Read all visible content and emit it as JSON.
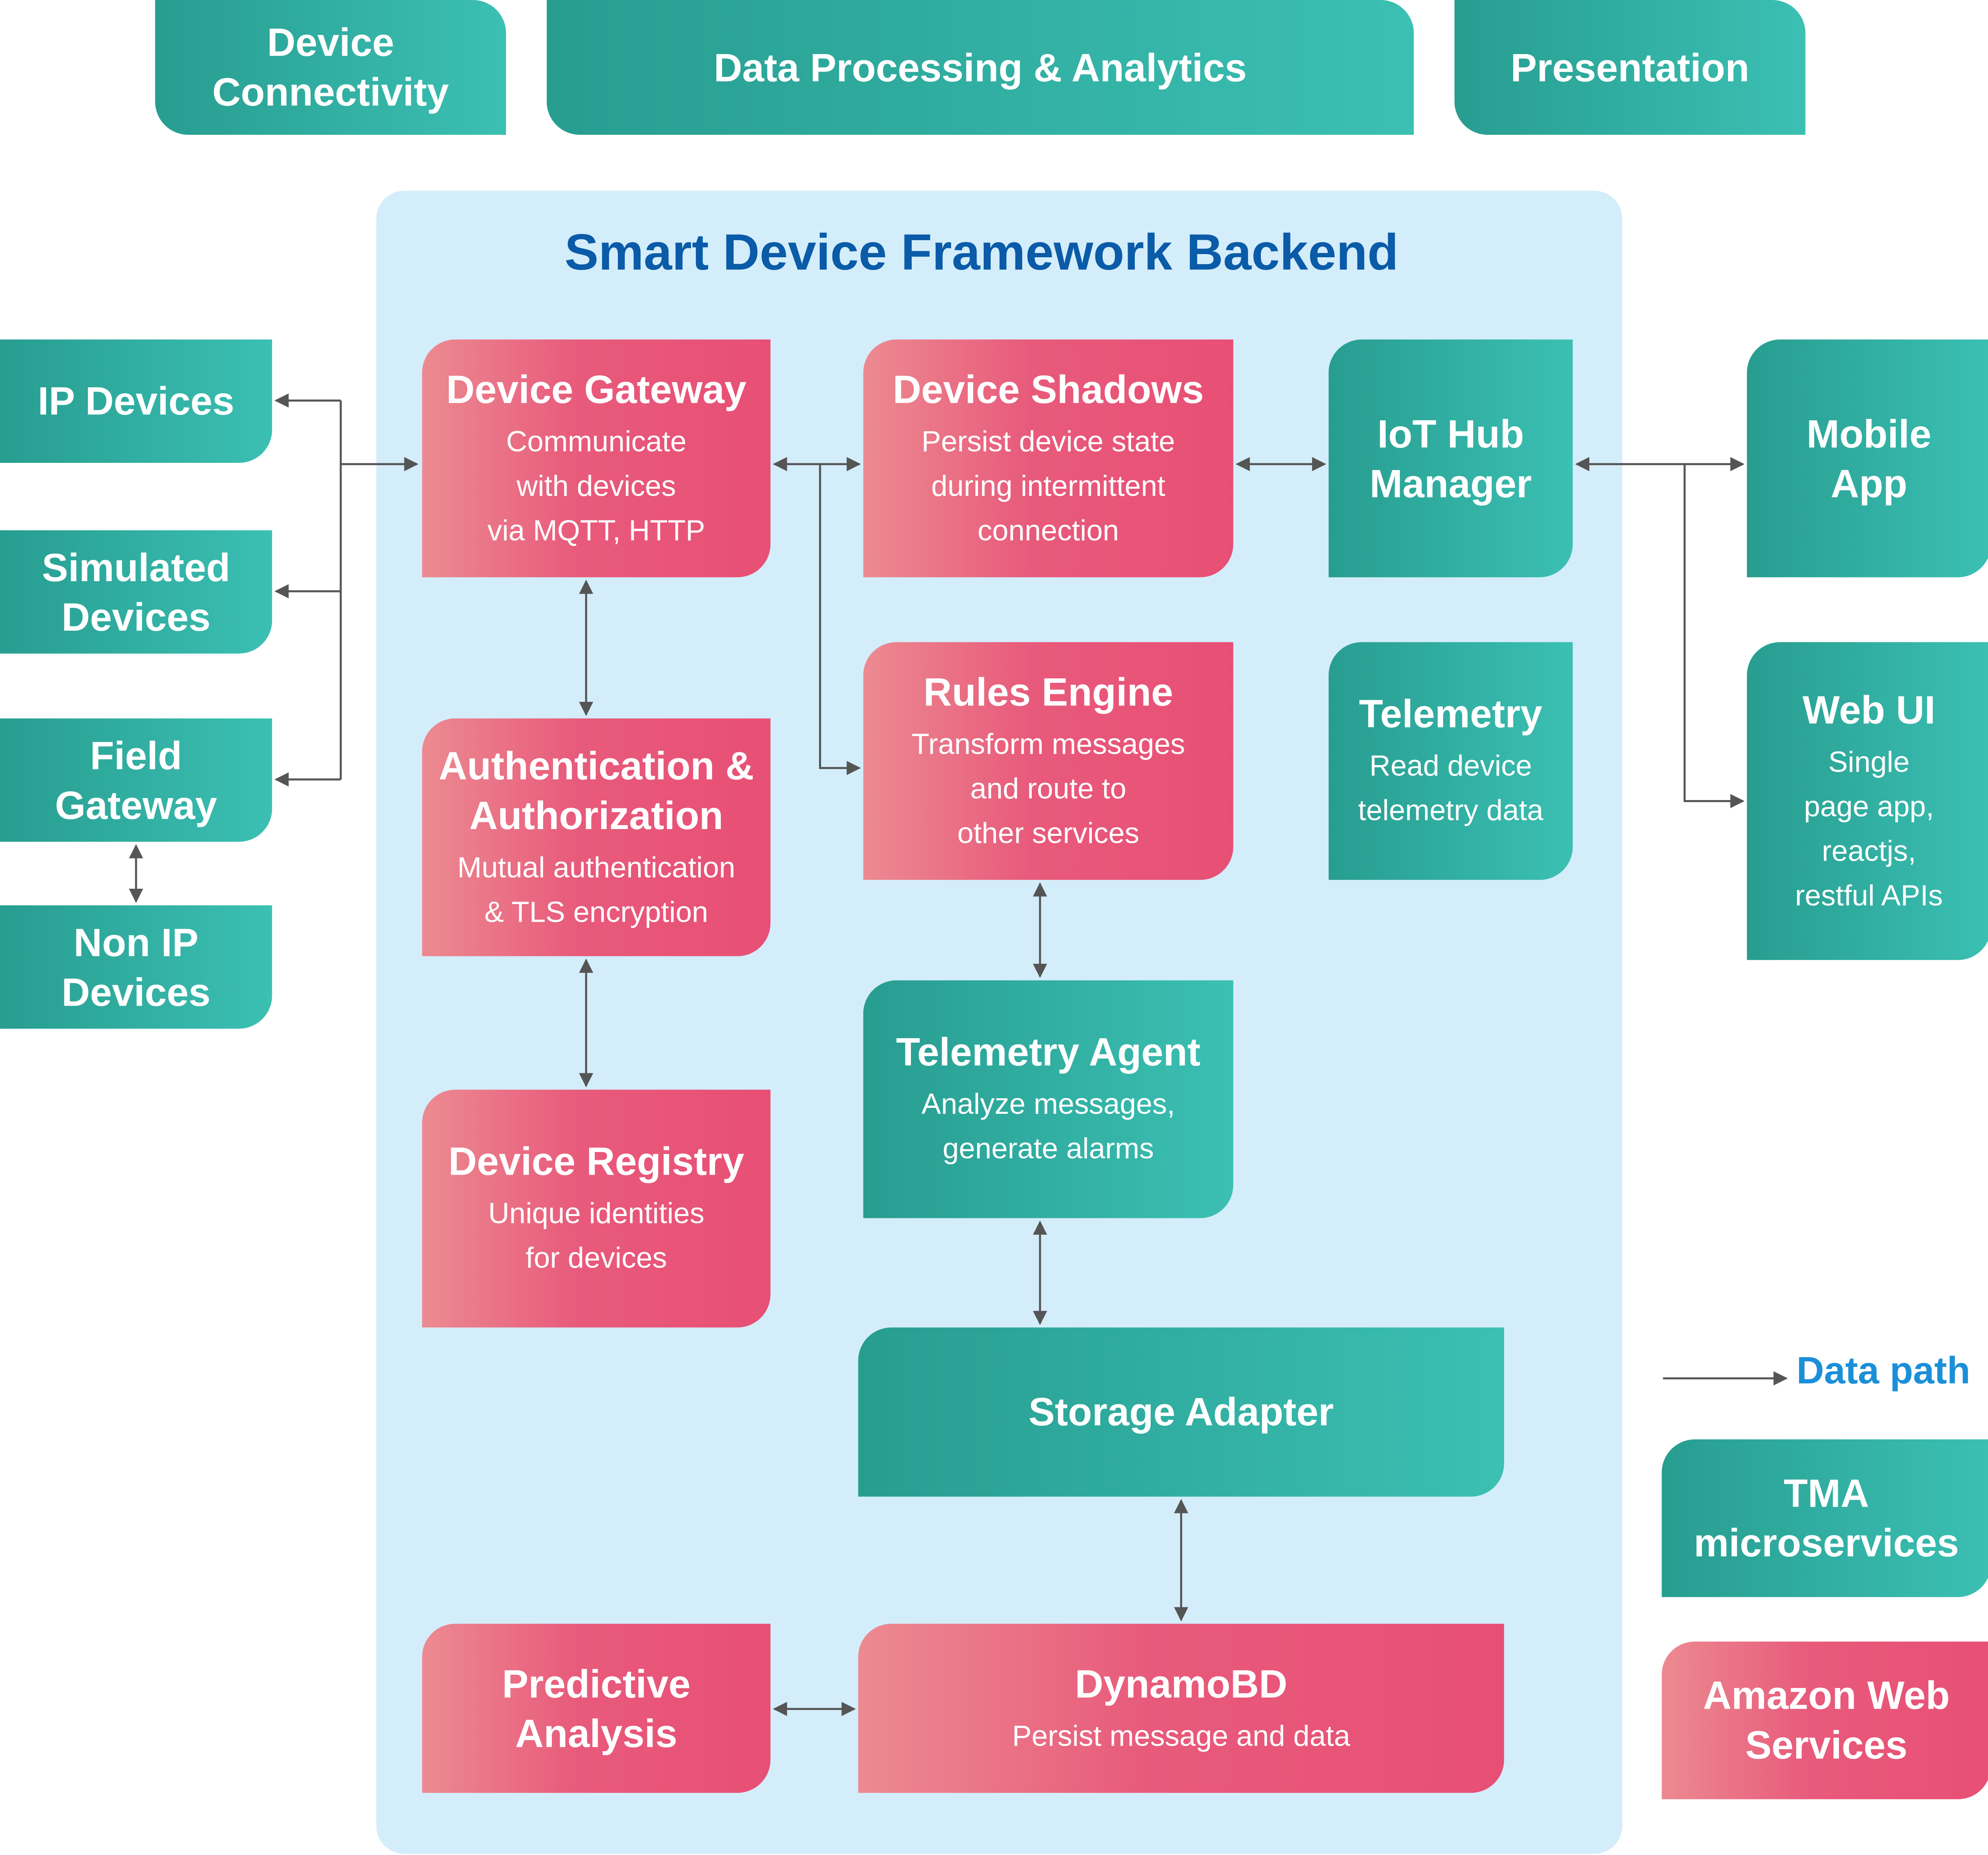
{
  "header": {
    "device_connectivity": "Device\nConnectivity",
    "data_processing": "Data Processing & Analytics",
    "presentation": "Presentation"
  },
  "backend": {
    "title": "Smart Device Framework Backend"
  },
  "devices": {
    "ip_devices": "IP Devices",
    "simulated_devices": "Simulated\nDevices",
    "field_gateway": "Field\nGateway",
    "non_ip_devices": "Non IP\nDevices"
  },
  "services": {
    "device_gateway": {
      "title": "Device Gateway",
      "desc": "Communicate\nwith devices\nvia MQTT, HTTP"
    },
    "device_shadows": {
      "title": "Device Shadows",
      "desc": "Persist device state\nduring intermittent\nconnection"
    },
    "iot_hub_manager": {
      "title": "IoT Hub\nManager"
    },
    "authentication": {
      "title": "Authentication &\nAuthorization",
      "desc": "Mutual authentication\n& TLS encryption"
    },
    "rules_engine": {
      "title": "Rules Engine",
      "desc": "Transform messages\nand route to\nother services"
    },
    "telemetry": {
      "title": "Telemetry",
      "desc": "Read device\ntelemetry data"
    },
    "telemetry_agent": {
      "title": "Telemetry Agent",
      "desc": "Analyze messages,\ngenerate alarms"
    },
    "device_registry": {
      "title": "Device Registry",
      "desc": "Unique identities\nfor devices"
    },
    "storage_adapter": {
      "title": "Storage Adapter"
    },
    "predictive_analysis": {
      "title": "Predictive\nAnalysis"
    },
    "dynamodb": {
      "title": "DynamoBD",
      "desc": "Persist message and data"
    }
  },
  "presentation_apps": {
    "mobile_app": {
      "title": "Mobile\nApp"
    },
    "web_ui": {
      "title": "Web UI",
      "desc": "Single\npage app,\nreactjs,\nrestful APIs"
    }
  },
  "legend": {
    "data_path": "Data path",
    "tma_microservices": "TMA\nmicroservices",
    "amazon_web_services": "Amazon Web\nServices"
  },
  "colors": {
    "teal_start": "#279d90",
    "teal_end": "#3bc0b3",
    "pink_start": "#ec8a91",
    "pink_end": "#e84f75",
    "panel": "#d4edfa",
    "backend_title": "#0a5ba8",
    "legend_label": "#1b8fd8",
    "connector": "#555555"
  }
}
